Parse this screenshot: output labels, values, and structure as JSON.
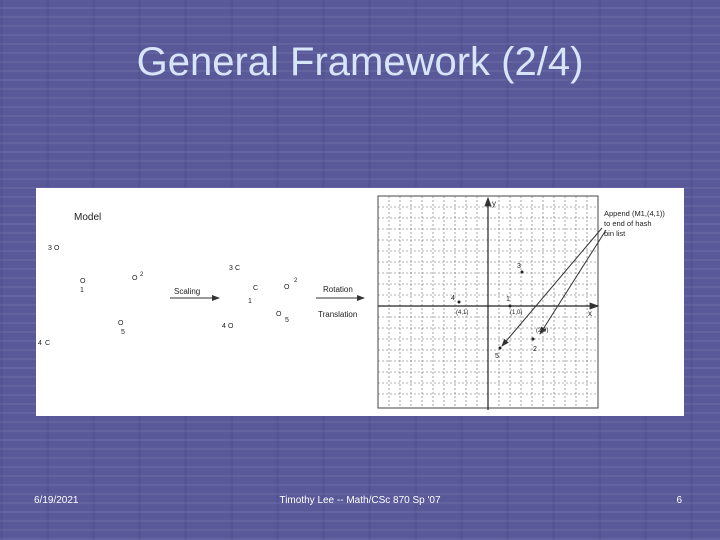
{
  "slide": {
    "title": "General Framework (2/4)"
  },
  "figure": {
    "model_label": "Model",
    "scaling_label": "Scaling",
    "rotation_label": "Rotation",
    "translation_label": "Translation",
    "model_points": [
      {
        "label": "3",
        "mark": "O"
      },
      {
        "label": "1",
        "mark": "O"
      },
      {
        "label": "2",
        "mark": "O"
      },
      {
        "label": "5",
        "mark": "O"
      },
      {
        "label": "4",
        "mark": "C"
      }
    ],
    "scaled_points": [
      {
        "label": "3",
        "mark": "C"
      },
      {
        "label": "1",
        "mark": "C"
      },
      {
        "label": "2",
        "mark": "O"
      },
      {
        "label": "5",
        "mark": "O"
      },
      {
        "label": "4",
        "mark": "O"
      }
    ],
    "grid": {
      "y_axis_label": "y",
      "x_axis_label": "x",
      "annotation": [
        "Append (M1,(4,1))",
        "to end of hash",
        "bin list"
      ],
      "point_labels": [
        "1",
        "2",
        "3",
        "4",
        "5"
      ],
      "extra_labels": [
        "(4,1)",
        "(1,0)",
        "(2,0)"
      ]
    }
  },
  "footer": {
    "date": "6/19/2021",
    "center": "Timothy Lee -- Math/CSc 870 Sp '07",
    "page": "6"
  }
}
